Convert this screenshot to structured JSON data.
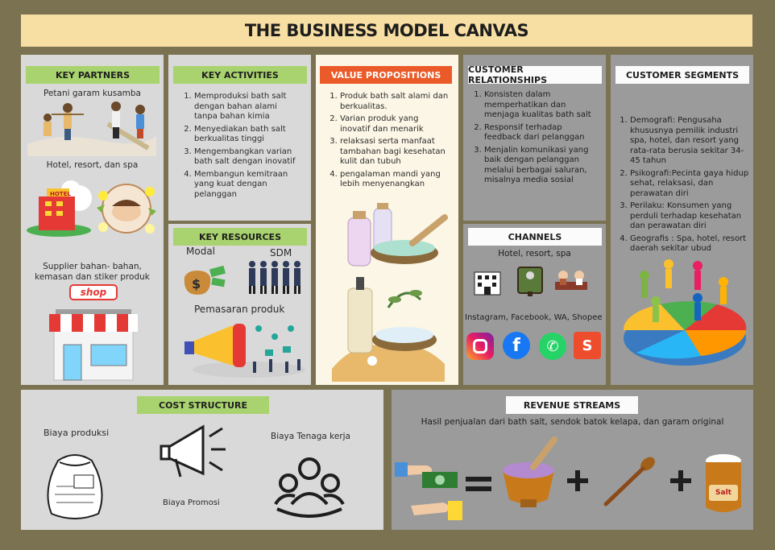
{
  "title": "THE BUSINESS MODEL CANVAS",
  "key_partners": {
    "label": "KEY PARTNERS",
    "p1": "Petani garam kusamba",
    "p2": "Hotel, resort, dan spa",
    "p3": "Supplier bahan- bahan, kemasan dan stiker produk",
    "shop_sign": "shop",
    "hotel_sign": "HOTEL"
  },
  "key_activities": {
    "label": "KEY ACTIVITIES",
    "items": [
      "Memproduksi bath salt dengan bahan alami tanpa bahan kimia",
      "Menyediakan bath salt berkualitas tinggi",
      "Mengembangkan varian bath salt dengan inovatif",
      "Membangun kemitraan yang kuat dengan pelanggan"
    ]
  },
  "key_resources": {
    "label": "KEY RESOURCES",
    "modal": "Modal",
    "sdm": "SDM",
    "pemasaran": "Pemasaran produk"
  },
  "value_propositions": {
    "label": "VALUE PROPOSITIONS",
    "items": [
      "Produk bath salt alami dan berkualitas.",
      "Varian produk yang inovatif dan menarik",
      "relaksasi serta manfaat tambahan bagi kesehatan kulit dan tubuh",
      "pengalaman mandi yang lebih menyenangkan"
    ]
  },
  "customer_relationships": {
    "label": "CUSTOMER RELATIONSHIPS",
    "items": [
      "Konsisten dalam memperhatikan dan menjaga kualitas bath salt",
      "Responsif terhadap feedback dari pelanggan",
      "Menjalin komunikasi yang baik dengan pelanggan melalui berbagai saluran, misalnya media sosial"
    ]
  },
  "channels": {
    "label": "CHANNELS",
    "offline": "Hotel, resort, spa",
    "online": "Instagram, Facebook, WA, Shopee"
  },
  "customer_segments": {
    "label": "CUSTOMER SEGMENTS",
    "items": [
      "Demografi: Pengusaha khususnya pemilik industri spa, hotel, dan resort yang rata-rata berusia sekitar 34-45 tahun",
      "Psikografi:Pecinta gaya hidup sehat, relaksasi, dan perawatan diri",
      "Perilaku: Konsumen yang perduli terhadap kesehatan dan perawatan diri",
      "Geografis : Spa, hotel, resort daerah sekitar ubud"
    ]
  },
  "cost_structure": {
    "label": "COST STRUCTURE",
    "produksi": "Biaya produksi",
    "promosi": "Biaya Promosi",
    "tenaga": "Biaya Tenaga kerja"
  },
  "revenue_streams": {
    "label": "REVENUE STREAMS",
    "desc": "Hasil penjualan dari bath salt, sendok batok kelapa, dan garam original",
    "salt_label": "Salt"
  },
  "colors": {
    "background": "#7a7250",
    "title_bg": "#f7dea3",
    "green_label": "#a9d36e",
    "orange_label": "#ea5b29"
  }
}
